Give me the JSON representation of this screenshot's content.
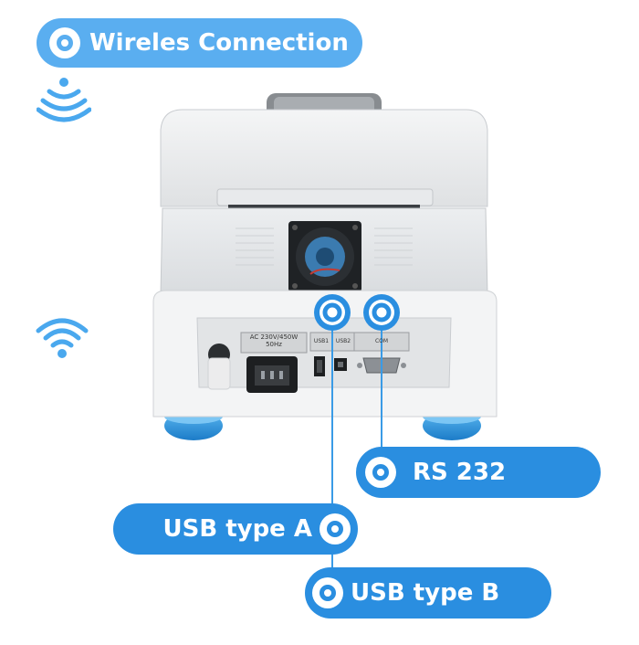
{
  "callouts": {
    "wireless": "Wireles Connection",
    "rs232": "RS 232",
    "usb_a": "USB type A",
    "usb_b": "USB type B"
  },
  "panel_labels": {
    "power": [
      "AC 230V/450W",
      "50Hz"
    ],
    "usb1": "USB1",
    "usb2": "USB2",
    "com": "COM"
  },
  "colors": {
    "accent_light": "#5aaef0",
    "accent": "#2a8ee0",
    "feet": "#3aa3e8"
  },
  "icons": [
    "wifi-signal-icon",
    "wifi-icon"
  ]
}
